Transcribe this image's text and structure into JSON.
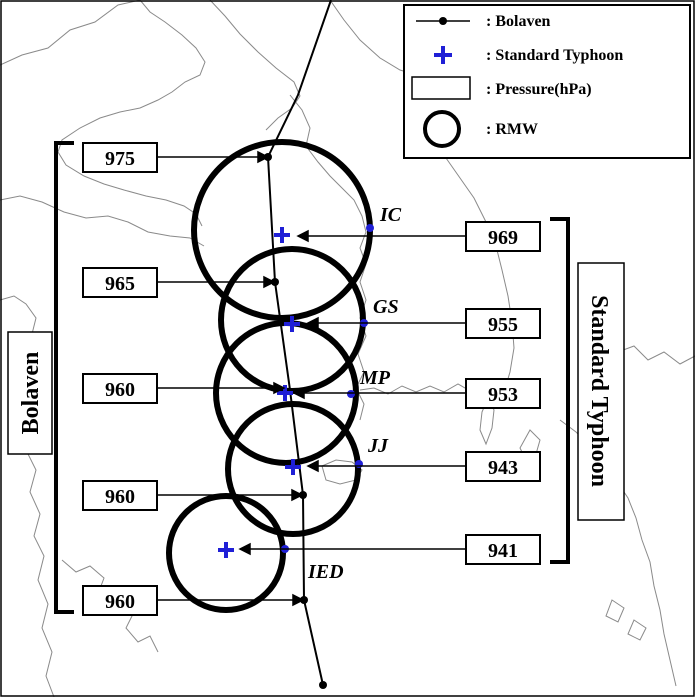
{
  "legend": {
    "items": [
      {
        "symbol": "track-dot-icon",
        "label": ": Bolaven"
      },
      {
        "symbol": "plus-icon",
        "label": ": Standard Typhoon"
      },
      {
        "symbol": "box-icon",
        "label": ": Pressure(hPa)"
      },
      {
        "symbol": "circle-icon",
        "label": ": RMW"
      }
    ]
  },
  "brackets": {
    "left_label": "Bolaven",
    "right_label": "Standard Typhoon"
  },
  "bolaven_pressures": [
    "975",
    "965",
    "960",
    "960",
    "960"
  ],
  "standard_pressures": [
    "969",
    "955",
    "953",
    "943",
    "941"
  ],
  "stations": [
    "IC",
    "GS",
    "MP",
    "JJ",
    "IED"
  ],
  "colors": {
    "track": "#000000",
    "standard_marker": "#1f1fd6",
    "coast": "#8a8a8a",
    "border": "#000000"
  }
}
